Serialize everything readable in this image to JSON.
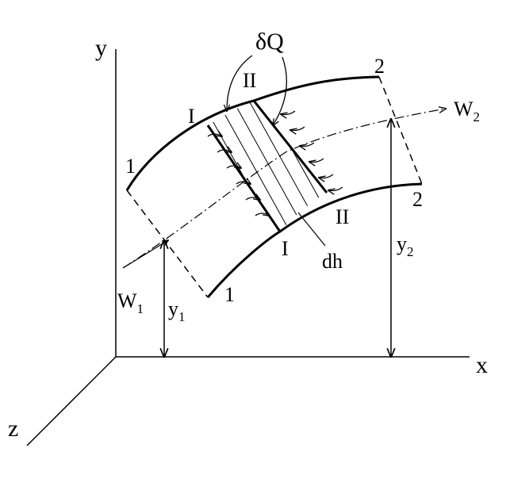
{
  "axes": {
    "x": "x",
    "y": "y",
    "z": "z"
  },
  "labels": {
    "heat": "δQ",
    "section_I": "I",
    "section_I_lower": "I",
    "section_II": "II",
    "section_II_lower": "II",
    "end1_upper": "1",
    "end1_lower": "1",
    "end2_upper": "2",
    "end2_lower": "2",
    "dh": "dh",
    "w1_main": "W",
    "w1_sub": "1",
    "w2_main": "W",
    "w2_sub": "2",
    "y1_main": "y",
    "y1_sub": "1",
    "y2_main": "y",
    "y2_sub": "2"
  }
}
